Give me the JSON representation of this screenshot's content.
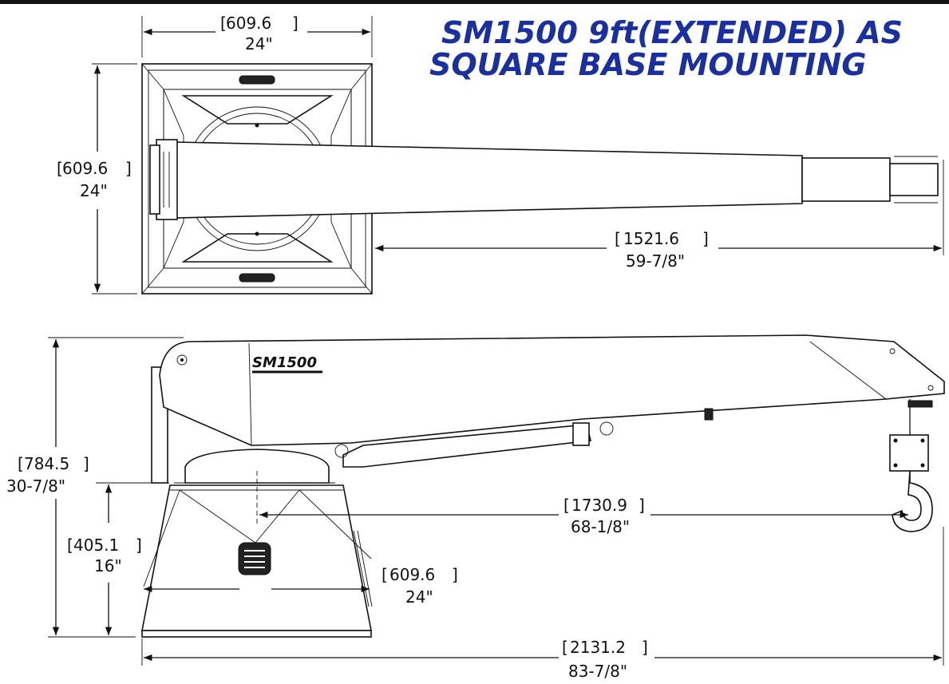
{
  "title": {
    "line1": "SM1500 9ft(EXTENDED) AS",
    "line2": "SQUARE BASE MOUNTING"
  },
  "logo_text": "SM1500",
  "dimensions": {
    "top_width": {
      "mm": "609.6",
      "in": "24\""
    },
    "top_height": {
      "mm": "609.6",
      "in": "24\""
    },
    "boom_reach": {
      "mm": "1521.6",
      "in": "59-7/8\""
    },
    "total_height": {
      "mm": "784.5",
      "in": "30-7/8\""
    },
    "base_height": {
      "mm": "405.1",
      "in": "16\""
    },
    "hook_reach": {
      "mm": "1730.9",
      "in": "68-1/8\""
    },
    "base_width": {
      "mm": "609.6",
      "in": "24\""
    },
    "total_length": {
      "mm": "2131.2",
      "in": "83-7/8\""
    }
  },
  "colors": {
    "title": "#1a2fa0",
    "line": "#111111"
  }
}
